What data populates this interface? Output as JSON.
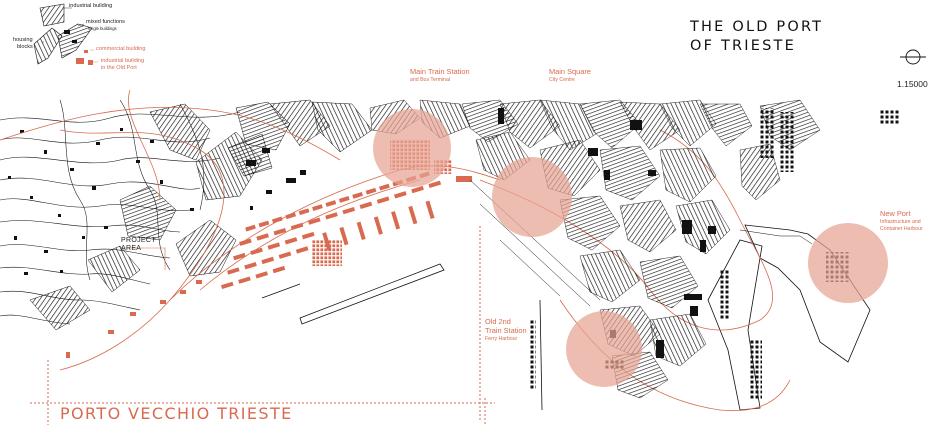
{
  "title": {
    "line1": "THE OLD PORT",
    "line2": "OF TRIESTE"
  },
  "scale": "1.15000",
  "legend": {
    "industrial_building": "industrial building",
    "mixed_functions": "mixed functions",
    "single_buildings": "single buildings",
    "housing_line1": "housing",
    "housing_line2": "blocks",
    "commercial_building": "commercial building",
    "industrial_old_port_line1": "industrial building",
    "industrial_old_port_line2": "in the Old Port"
  },
  "places": {
    "main_train_station": {
      "name": "Main Train Station",
      "sub": "and Bus Terminal"
    },
    "main_square": {
      "name": "Main Square",
      "sub": "City Centre"
    },
    "new_port": {
      "name": "New Port",
      "sub1": "Infrastructure and",
      "sub2": "Container Harbour"
    },
    "old_train_station": {
      "name1": "Old 2nd",
      "name2": "Train Station",
      "sub": "Ferry Harbour"
    }
  },
  "project_label": {
    "line1": "PROJECT",
    "line2": "AREA"
  },
  "footer": "PORTO VECCHIO TRIESTE",
  "colors": {
    "accent": "#d86a4f",
    "circle_fill": "#e8a394",
    "ink": "#111111",
    "background": "#ffffff"
  }
}
